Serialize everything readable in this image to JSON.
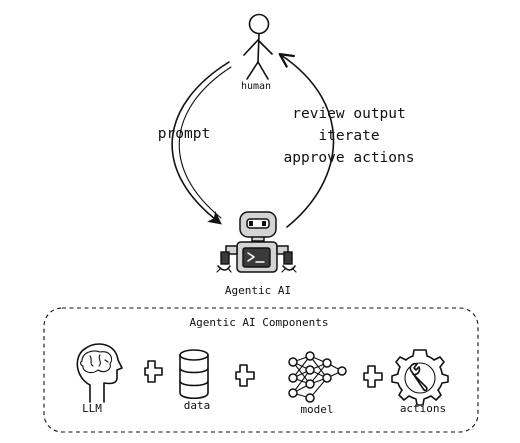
{
  "human": {
    "label": "human"
  },
  "flows": {
    "prompt_label": "prompt",
    "feedback_lines": [
      "review output",
      "iterate",
      "approve actions"
    ]
  },
  "agent": {
    "label": "Agentic AI"
  },
  "components": {
    "title": "Agentic AI Components",
    "items": [
      {
        "label": "LLM",
        "icon": "brain-head-icon"
      },
      {
        "label": "data",
        "icon": "database-icon"
      },
      {
        "label": "model",
        "icon": "neural-network-icon"
      },
      {
        "label": "actions",
        "icon": "gear-wrench-icon"
      }
    ],
    "joiner": "plus-icon"
  },
  "colors": {
    "ink": "#111111",
    "robot_body": "#d4d4d4",
    "robot_dark": "#3a3a3a",
    "background": "#ffffff"
  }
}
